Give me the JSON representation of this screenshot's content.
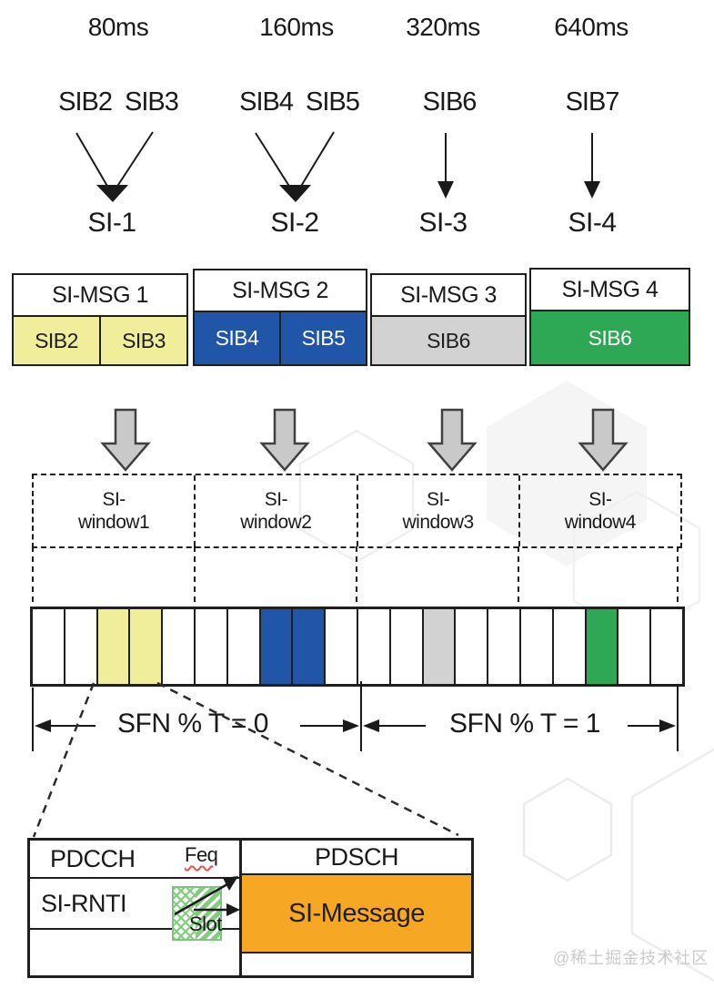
{
  "colors": {
    "yellow": "#f1ee9b",
    "blue": "#2155a8",
    "gray": "#d2d2d2",
    "green": "#2fa855",
    "orange": "#f6a723",
    "block_arrow": "#c9c9c9",
    "line": "#1f1f1f",
    "hatch": "#86c983",
    "squiggle": "#e05252",
    "watermark": "#cbcbcb"
  },
  "periods": [
    "80ms",
    "160ms",
    "320ms",
    "640ms"
  ],
  "sib_groups": [
    [
      "SIB2",
      "SIB3"
    ],
    [
      "SIB4",
      "SIB5"
    ],
    [
      "SIB6"
    ],
    [
      "SIB7"
    ]
  ],
  "si_labels": [
    "SI-1",
    "SI-2",
    "SI-3",
    "SI-4"
  ],
  "si_messages": [
    {
      "title": "SI-MSG 1",
      "cells": [
        {
          "label": "SIB2",
          "c": "yellow"
        },
        {
          "label": "SIB3",
          "c": "yellow"
        }
      ]
    },
    {
      "title": "SI-MSG 2",
      "cells": [
        {
          "label": "SIB4",
          "c": "blue"
        },
        {
          "label": "SIB5",
          "c": "blue"
        }
      ]
    },
    {
      "title": "SI-MSG 3",
      "cells": [
        {
          "label": "SIB6",
          "c": "gray"
        }
      ]
    },
    {
      "title": "SI-MSG 4",
      "cells": [
        {
          "label": "SIB6",
          "c": "green"
        }
      ]
    }
  ],
  "si_windows": [
    {
      "line1": "SI-",
      "line2": "window1"
    },
    {
      "line1": "SI-",
      "line2": "window2"
    },
    {
      "line1": "SI-",
      "line2": "window3"
    },
    {
      "line1": "SI-",
      "line2": "window4"
    }
  ],
  "timeline": {
    "cells": [
      "none",
      "none",
      "yellow",
      "yellow",
      "none",
      "none",
      "none",
      "blue",
      "blue",
      "none",
      "none",
      "none",
      "gray",
      "none",
      "none",
      "none",
      "none",
      "green",
      "none",
      "none"
    ]
  },
  "sfn": {
    "left": "SFN % T = 0",
    "right": "SFN % T = 1"
  },
  "detail": {
    "pdcch": "PDCCH",
    "feq": "Feq",
    "si_rnti": "SI-RNTI",
    "slot": "Slot",
    "pdsch": "PDSCH",
    "si_message": "SI-Message"
  },
  "watermark": "@稀土掘金技术社区"
}
